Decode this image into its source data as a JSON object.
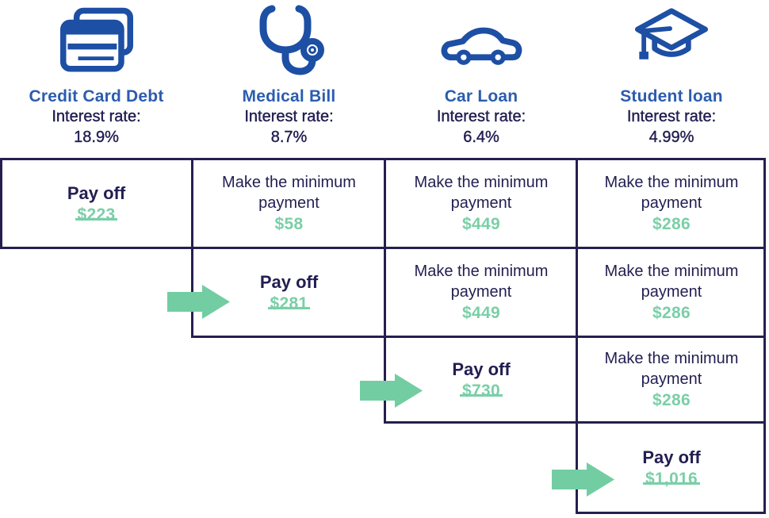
{
  "title": "Debt payoff priority diagram",
  "colors": {
    "blue": "#2c5cae",
    "icon_blue": "#1d4fa4",
    "navy": "#221e51",
    "green": "#7acfa7",
    "arrow_green": "#73cda2",
    "border": "#24204e",
    "background": "#ffffff"
  },
  "labels": {
    "pay_off": "Pay off",
    "minimum_payment": "Make the minimum payment",
    "interest_rate": "Interest rate:"
  },
  "debts": [
    {
      "icon": "credit-card-icon",
      "title": "Credit Card Debt",
      "rate": "18.9%"
    },
    {
      "icon": "stethoscope-icon",
      "title": "Medical Bill",
      "rate": "8.7%"
    },
    {
      "icon": "car-icon",
      "title": "Car Loan",
      "rate": "6.4%"
    },
    {
      "icon": "graduation-cap-icon",
      "title": "Student loan",
      "rate": "4.99%"
    }
  ],
  "grid": {
    "rows": [
      [
        {
          "type": "payoff",
          "amount": "$223",
          "arrow": false
        },
        {
          "type": "minimum",
          "amount": "$58",
          "arrow": false
        },
        {
          "type": "minimum",
          "amount": "$449",
          "arrow": false
        },
        {
          "type": "minimum",
          "amount": "$286",
          "arrow": false
        }
      ],
      [
        null,
        {
          "type": "payoff",
          "amount": "$281",
          "arrow": true
        },
        {
          "type": "minimum",
          "amount": "$449",
          "arrow": false
        },
        {
          "type": "minimum",
          "amount": "$286",
          "arrow": false
        }
      ],
      [
        null,
        null,
        {
          "type": "payoff",
          "amount": "$730",
          "arrow": true
        },
        {
          "type": "minimum",
          "amount": "$286",
          "arrow": false
        }
      ],
      [
        null,
        null,
        null,
        {
          "type": "payoff",
          "amount": "$1,016",
          "arrow": true
        }
      ]
    ]
  }
}
